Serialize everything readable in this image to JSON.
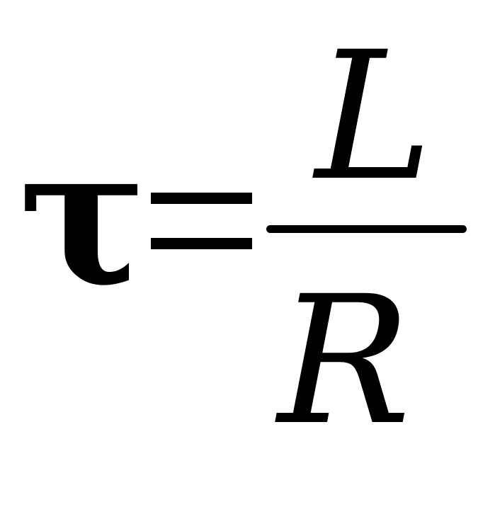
{
  "formula": {
    "lhs": "τ",
    "operator": "=",
    "numerator": "L",
    "denominator": "R"
  }
}
